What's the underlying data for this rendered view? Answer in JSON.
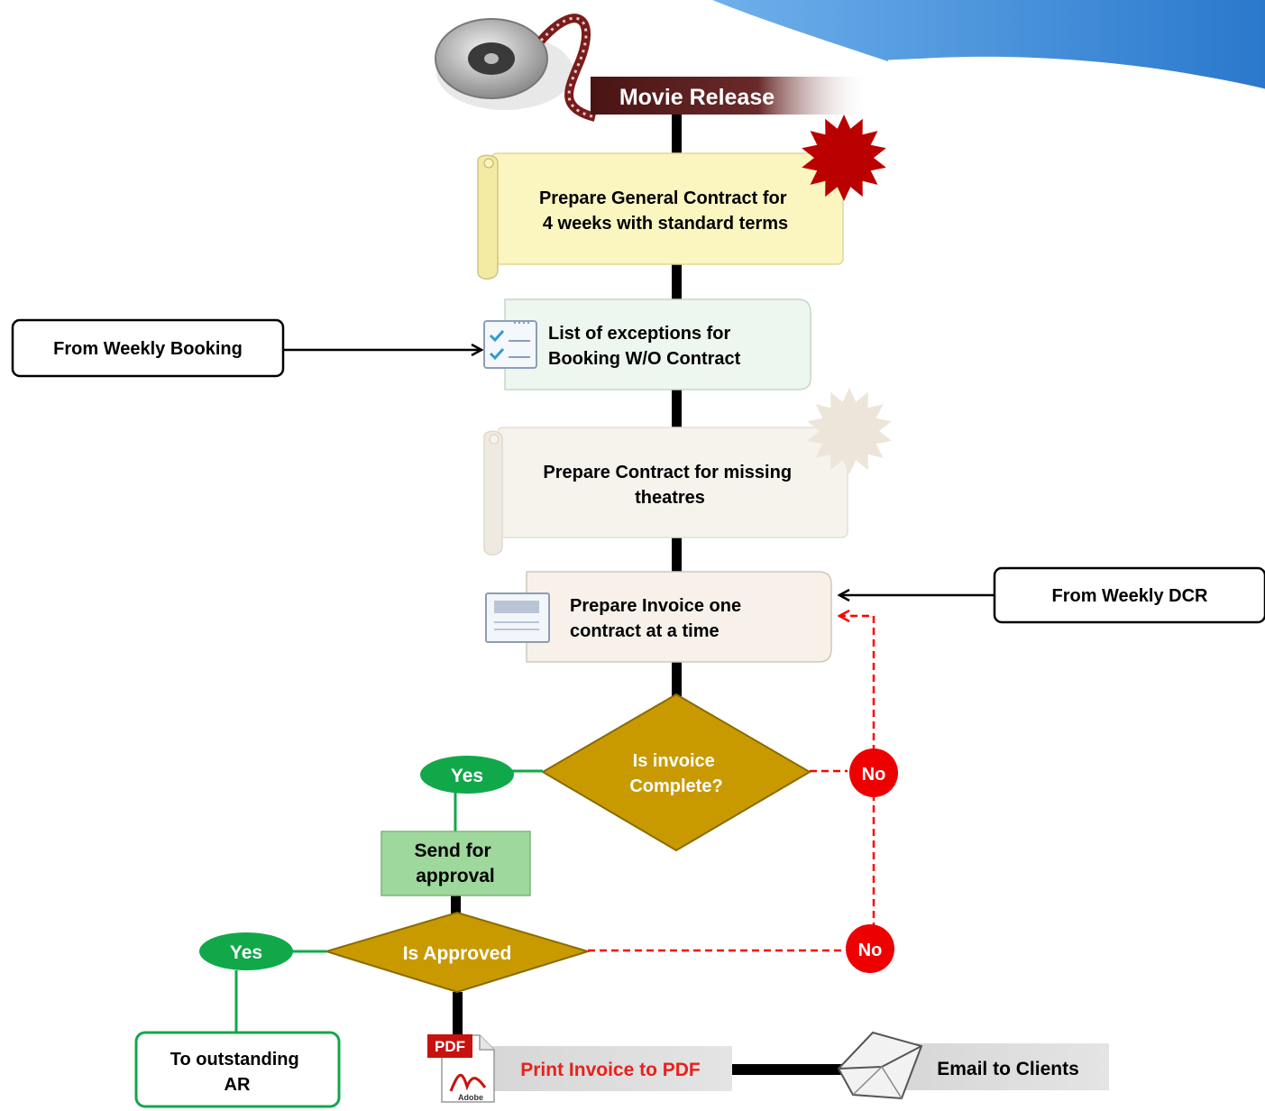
{
  "title": "Movie Release",
  "steps": {
    "general_contract": [
      "Prepare General Contract for",
      "4 weeks with standard terms"
    ],
    "exceptions": [
      "List of exceptions for",
      "Booking W/O Contract"
    ],
    "missing_contract": [
      "Prepare Contract for missing",
      "theatres"
    ],
    "prepare_invoice": [
      "Prepare Invoice one",
      "contract at a time"
    ],
    "send_approval": [
      "Send for",
      "approval"
    ],
    "print_pdf": "Print Invoice to PDF",
    "email_clients": "Email to Clients",
    "outstanding_ar": [
      "To outstanding",
      "AR"
    ]
  },
  "inputs": {
    "weekly_booking": "From Weekly Booking",
    "weekly_dcr": "From Weekly DCR"
  },
  "decisions": {
    "invoice_complete": [
      "Is invoice",
      "Complete?"
    ],
    "approved": "Is Approved"
  },
  "branch_labels": {
    "yes": "Yes",
    "no": "No"
  },
  "icons": {
    "pdf_tag": "PDF",
    "pdf_brand": "Adobe"
  },
  "colors": {
    "decision": "#c89a00",
    "yes": "#11a84a",
    "no": "#ff0000",
    "approval_box": "#9fd89c",
    "print_text": "#e8211d",
    "banner": "#5a1a1a",
    "burst": "#bb0000",
    "swoosh": "#2f7fd0"
  }
}
